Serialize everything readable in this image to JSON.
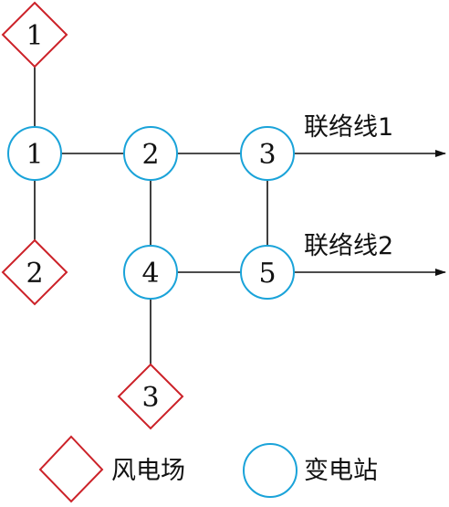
{
  "colors": {
    "wind_farm_stroke": "#cc2229",
    "substation_stroke": "#1aa3d9",
    "line": "#111111",
    "text": "#111111"
  },
  "wind_farms": [
    {
      "id": "wf1",
      "label": "1"
    },
    {
      "id": "wf2",
      "label": "2"
    },
    {
      "id": "wf3",
      "label": "3"
    }
  ],
  "substations": [
    {
      "id": "s1",
      "label": "1"
    },
    {
      "id": "s2",
      "label": "2"
    },
    {
      "id": "s3",
      "label": "3"
    },
    {
      "id": "s4",
      "label": "4"
    },
    {
      "id": "s5",
      "label": "5"
    }
  ],
  "connections": [
    [
      "wf1",
      "s1"
    ],
    [
      "s1",
      "wf2"
    ],
    [
      "s1",
      "s2"
    ],
    [
      "s2",
      "s3"
    ],
    [
      "s2",
      "s4"
    ],
    [
      "s3",
      "s5"
    ],
    [
      "s4",
      "s5"
    ],
    [
      "s4",
      "wf3"
    ]
  ],
  "tie_lines": [
    {
      "from": "s3",
      "label": "联络线1"
    },
    {
      "from": "s5",
      "label": "联络线2"
    }
  ],
  "legend": {
    "wind_farm": "风电场",
    "substation": "变电站"
  }
}
